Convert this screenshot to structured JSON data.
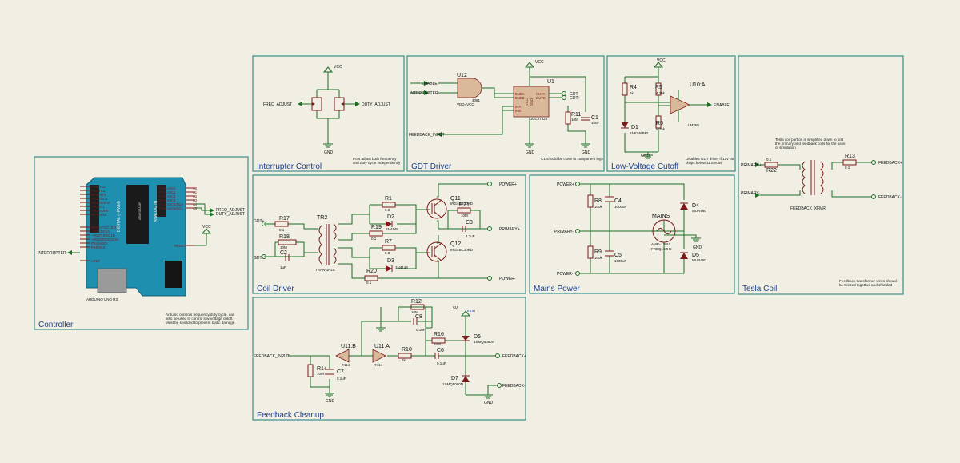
{
  "panels": {
    "controller": {
      "title": "Controller",
      "note": [
        "Arduino controls frequency/duty cycle, can",
        "also be used to control low-voltage cutoff.",
        "Must be shielded to prevent static damage."
      ]
    },
    "interrupter": {
      "title": "Interrupter Control",
      "note": [
        "Pots adjust both frequency",
        "and duty cycle independently"
      ]
    },
    "gdt": {
      "title": "GDT Driver",
      "note": [
        "C1 should be close to component legs"
      ]
    },
    "lowv": {
      "title": "Low-Voltage Cutoff",
      "note": [
        "Disables GDT driver if 12v rail",
        "drops below 11.5 volts"
      ]
    },
    "tesla": {
      "title": "Tesla Coil",
      "note_top": [
        "Tesla coil portion is simplified down to just",
        "the primary and feedback coils for the sake",
        "of simulation"
      ],
      "note_bottom": [
        "Feedback transformer wires should",
        "be twisted together and shielded"
      ]
    },
    "coil": {
      "title": "Coil Driver"
    },
    "mains": {
      "title": "Mains Power"
    },
    "feedback": {
      "title": "Feedback Cleanup"
    }
  },
  "labels": {
    "vcc": "VCC",
    "gnd": "GND",
    "freq_adjust": "FREQ_ADJUST",
    "duty_adjust": "DUTY_ADJUST",
    "interrupter": "INTERRUPTER",
    "enable": "ENABLE",
    "feedback_input": "FEEDBACK_INPUT",
    "gdt_plus": "GDT+",
    "gdt_minus": "GDT-",
    "power_plus": "POWER+",
    "power_minus": "POWER-",
    "primary_plus": "PRIMARY+",
    "primary_minus": "PRIMARY-",
    "feedback_plus": "FEEDBACK+",
    "feedback_minus": "FEEDBACK-",
    "xfmr": "FEEDBACK_XFMR",
    "aref": "AREF",
    "reset": "RESET",
    "arduino": "ARDUINO UNO R3",
    "digital": "DIGITAL (~PWM)",
    "analog": "ANALOG IN",
    "five_v": "5V",
    "vdd": "VDD=VCC",
    "u12_part": "4081"
  },
  "arduino_pins_left": [
    "PD0/RXD",
    "PD1/TXD",
    "PD2/INT0",
    "~PD3/INT1",
    "PD4/T0/XCK",
    "~PD5/T1",
    "~PD6/AIN0",
    "PD7/AIN1",
    "PB0/ICP1/CLKO",
    "~PB1/OC1A",
    "~PB2/SS/OC1B",
    "~PB3/MOSI/OC2A",
    "PB4/MISO",
    "PB5/SCK"
  ],
  "arduino_pins_right": [
    "PC0/ADC0",
    "PC1/ADC1",
    "PC2/ADC2",
    "PC3/ADC3",
    "PC4/ADC4/SDA",
    "PC5/ADC5/SCL"
  ],
  "arduino_analog_labels": [
    "A0",
    "A1",
    "A2",
    "A3",
    "A4",
    "A5"
  ],
  "gate_pins": {
    "u1_inputs": [
      "ENBA",
      "ENBB",
      "INA",
      "INB"
    ],
    "u1_outputs": [
      "OUTA",
      "OUTB"
    ],
    "u1_misc": [
      "VCC",
      "GND"
    ]
  },
  "components": {
    "u12": {
      "ref": "U12"
    },
    "u1": {
      "ref": "U1",
      "part": "UCC27425"
    },
    "r11": {
      "ref": "R11",
      "value": "10M"
    },
    "c1": {
      "ref": "C1",
      "value": "10uF"
    },
    "r4": {
      "ref": "R4",
      "value": "1k"
    },
    "r5": {
      "ref": "R5",
      "value": "4.75k"
    },
    "r6": {
      "ref": "R6",
      "value": "5.25k"
    },
    "d1": {
      "ref": "D1",
      "value": "1N5346BRL"
    },
    "u10": {
      "ref": "U10:A",
      "value": "LM358"
    },
    "r22": {
      "ref": "R22",
      "value": "0.1"
    },
    "r13": {
      "ref": "R13",
      "value": "0.1"
    },
    "r17": {
      "ref": "R17",
      "value": "0.1"
    },
    "r18": {
      "ref": "R18",
      "value": "10M"
    },
    "c2": {
      "ref": "C2",
      "value": "1uF"
    },
    "tr2": {
      "ref": "TR2",
      "value": "TRAN-1P2S"
    },
    "r1": {
      "ref": "R1",
      "value": "6.8"
    },
    "r7": {
      "ref": "R7",
      "value": "6.8"
    },
    "r19": {
      "ref": "R19",
      "value": "0.1"
    },
    "r20": {
      "ref": "R20",
      "value": "0.1"
    },
    "d2": {
      "ref": "D2",
      "value": "1N4148"
    },
    "d3": {
      "ref": "D3",
      "value": "1N4148"
    },
    "q11": {
      "ref": "Q11",
      "value": "IRG4BC10KD"
    },
    "q12": {
      "ref": "Q12",
      "value": "IRG4BC10KD"
    },
    "r21": {
      "ref": "R21",
      "value": "10M"
    },
    "c3": {
      "ref": "C3",
      "value": "4.7uF"
    },
    "r8": {
      "ref": "R8",
      "value": "100k"
    },
    "r9": {
      "ref": "R9",
      "value": "100k"
    },
    "c4": {
      "ref": "C4",
      "value": "1000uF"
    },
    "c5": {
      "ref": "C5",
      "value": "1000uF"
    },
    "d4": {
      "ref": "D4",
      "value": "MUR460"
    },
    "d5": {
      "ref": "D5",
      "value": "MUR460"
    },
    "mains": {
      "ref": "MAINS",
      "value": "AMP=120V",
      "value2": "FREQ=60Hz"
    },
    "r12": {
      "ref": "R12",
      "value": "10M"
    },
    "c8": {
      "ref": "C8",
      "value": "0.1uF"
    },
    "r16": {
      "ref": "R16",
      "value": "10M"
    },
    "c6": {
      "ref": "C6",
      "value": "0.1uF"
    },
    "r10": {
      "ref": "R10",
      "value": "1k"
    },
    "r14": {
      "ref": "R14",
      "value": "10M"
    },
    "c7": {
      "ref": "C7",
      "value": "0.1uF"
    },
    "d6": {
      "ref": "D6",
      "value": "1SMQ5060N"
    },
    "d7": {
      "ref": "D7",
      "value": "1SMQ5060N"
    },
    "u11b": {
      "ref": "U11:B",
      "value": "7414"
    },
    "u11a": {
      "ref": "U11:A",
      "value": "7414"
    }
  }
}
